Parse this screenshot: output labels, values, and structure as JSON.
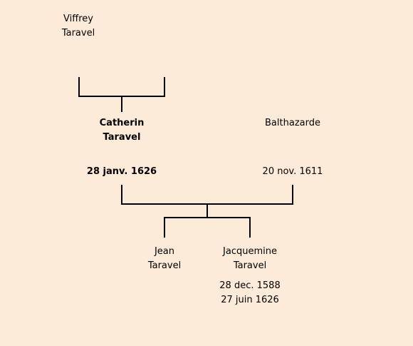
{
  "people": {
    "viffrey": {
      "first": "Viffrey",
      "last": "Taravel"
    },
    "catherin": {
      "first": "Catherin",
      "last": "Taravel",
      "date": "28 janv. 1626"
    },
    "balthazarde": {
      "first": "Balthazarde",
      "date": "20 nov. 1611"
    },
    "jean": {
      "first": "Jean",
      "last": "Taravel"
    },
    "jacquemine": {
      "first": "Jacquemine",
      "last": "Taravel",
      "birth": "28 dec. 1588",
      "death": "27 juin 1626"
    }
  },
  "colors": {
    "background": "#fcebd9",
    "line": "#000000"
  }
}
